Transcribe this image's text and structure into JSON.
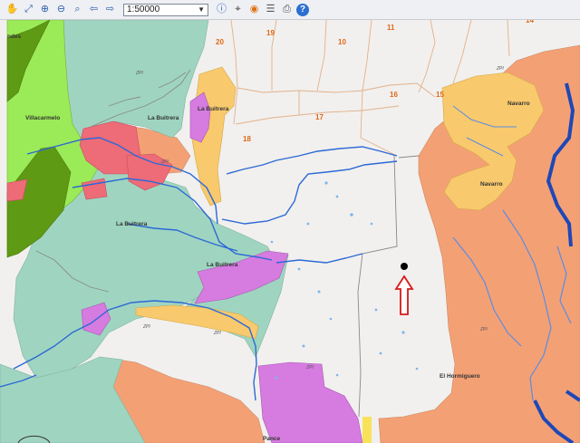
{
  "toolbar": {
    "scale_value": "1:50000",
    "help_label": "?"
  },
  "colors": {
    "background": "#f1f0ee",
    "dark_green": "#5e9a14",
    "light_green": "#9bea57",
    "teal": "#9fd5c0",
    "orange": "#f4a075",
    "salmon": "#ee6b78",
    "pink": "#d67be0",
    "yellow": "#f8c96d",
    "river": "#2d69d6",
    "boundary": "#e3b08a",
    "marker_arrow": "#d81818"
  },
  "map": {
    "parcel_numbers": [
      "20",
      "19",
      "10",
      "11",
      "14",
      "16",
      "15",
      "17",
      "18"
    ],
    "place_names": {
      "villacarmelo": "Villacarmelo",
      "la_buitrera_1": "La Buitrera",
      "la_buitrera_2": "La Buitrera",
      "la_buitrera_3": "La Buitrera",
      "la_buitrera_4": "La Buitrera",
      "navarro_1": "Navarro",
      "navarro_2": "Navarro",
      "el_hormiguero": "El Hormiguero",
      "pance": "Pance",
      "left_edge": "ndes"
    },
    "zone_code": "ZPI"
  }
}
